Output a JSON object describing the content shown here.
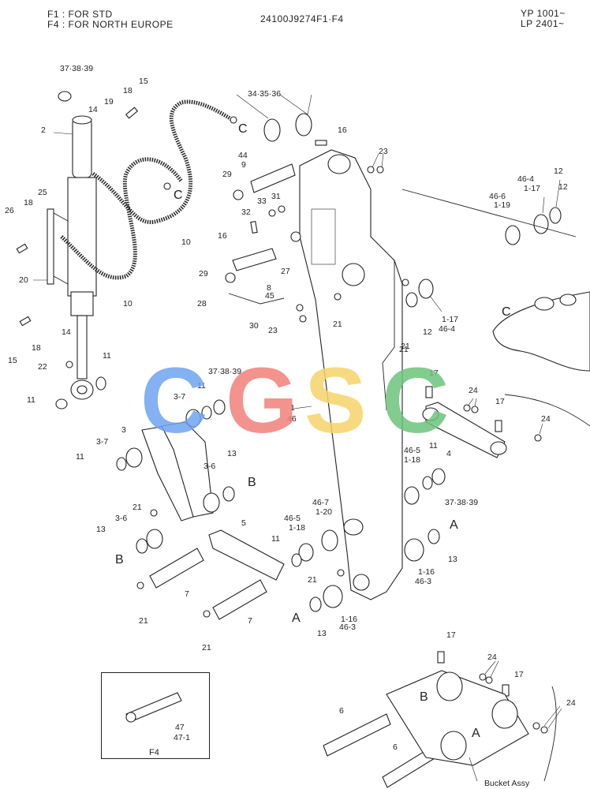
{
  "header": {
    "left_lines": [
      "F1 : FOR STD",
      "F4 : FOR NORTH EUROPE"
    ],
    "center": "24100J9274F1·F4",
    "right_lines": [
      "YP 1001~",
      "LP 2401~"
    ]
  },
  "watermark": {
    "letters": [
      "C",
      "G",
      "S",
      "C"
    ],
    "colors": [
      "#6fa3f0",
      "#f0807a",
      "#f6d46a",
      "#6cc37c"
    ]
  },
  "inset": {
    "caption": "F4"
  },
  "callouts": [
    {
      "id": "c1",
      "text": "37·38·39"
    },
    {
      "id": "c2",
      "text": "18"
    },
    {
      "id": "c3",
      "text": "15"
    },
    {
      "id": "c4",
      "text": "14"
    },
    {
      "id": "c5",
      "text": "19"
    },
    {
      "id": "c6",
      "text": "2"
    },
    {
      "id": "c7",
      "text": "C"
    },
    {
      "id": "c8",
      "text": "C"
    },
    {
      "id": "c9",
      "text": "34·35·36"
    },
    {
      "id": "c10",
      "text": "16"
    },
    {
      "id": "c11",
      "text": "23"
    },
    {
      "id": "c12",
      "text": "44"
    },
    {
      "id": "c13",
      "text": "9"
    },
    {
      "id": "c14",
      "text": "29"
    },
    {
      "id": "c15",
      "text": "31"
    },
    {
      "id": "c16",
      "text": "33"
    },
    {
      "id": "c17",
      "text": "32"
    },
    {
      "id": "c18",
      "text": "26"
    },
    {
      "id": "c19",
      "text": "18"
    },
    {
      "id": "c20",
      "text": "25"
    },
    {
      "id": "c21",
      "text": "10"
    },
    {
      "id": "c22",
      "text": "16"
    },
    {
      "id": "c23",
      "text": "20"
    },
    {
      "id": "c24",
      "text": "29"
    },
    {
      "id": "c25",
      "text": "27"
    },
    {
      "id": "c26",
      "text": "8"
    },
    {
      "id": "c27",
      "text": "45"
    },
    {
      "id": "c28",
      "text": "10"
    },
    {
      "id": "c29",
      "text": "28"
    },
    {
      "id": "c30",
      "text": "30"
    },
    {
      "id": "c31",
      "text": "23"
    },
    {
      "id": "c32",
      "text": "21"
    },
    {
      "id": "c33",
      "text": "14"
    },
    {
      "id": "c34",
      "text": "15"
    },
    {
      "id": "c35",
      "text": "18"
    },
    {
      "id": "c36",
      "text": "22"
    },
    {
      "id": "c37",
      "text": "11"
    },
    {
      "id": "c38",
      "text": "11"
    },
    {
      "id": "c39",
      "text": "37·38·39"
    },
    {
      "id": "c40",
      "text": "11"
    },
    {
      "id": "c41",
      "text": "3-7"
    },
    {
      "id": "c42",
      "text": "1"
    },
    {
      "id": "c43",
      "text": "46"
    },
    {
      "id": "c44",
      "text": "3"
    },
    {
      "id": "c45",
      "text": "3-7"
    },
    {
      "id": "c46",
      "text": "11"
    },
    {
      "id": "c47",
      "text": "3-6"
    },
    {
      "id": "c48",
      "text": "13"
    },
    {
      "id": "c49",
      "text": "B"
    },
    {
      "id": "c50",
      "text": "21"
    },
    {
      "id": "c51",
      "text": "3-6"
    },
    {
      "id": "c52",
      "text": "13"
    },
    {
      "id": "c53",
      "text": "B"
    },
    {
      "id": "c54",
      "text": "5"
    },
    {
      "id": "c55",
      "text": "7"
    },
    {
      "id": "c56",
      "text": "21"
    },
    {
      "id": "c57",
      "text": "7"
    },
    {
      "id": "c58",
      "text": "21"
    },
    {
      "id": "c59",
      "text": "46-7"
    },
    {
      "id": "c60",
      "text": "1-20"
    },
    {
      "id": "c61",
      "text": "46-5"
    },
    {
      "id": "c62",
      "text": "1-18"
    },
    {
      "id": "c63",
      "text": "11"
    },
    {
      "id": "c64",
      "text": "21"
    },
    {
      "id": "c65",
      "text": "A"
    },
    {
      "id": "c66",
      "text": "13"
    },
    {
      "id": "c67",
      "text": "1-16"
    },
    {
      "id": "c68",
      "text": "46-3"
    },
    {
      "id": "c69",
      "text": "46-5"
    },
    {
      "id": "c70",
      "text": "1-18"
    },
    {
      "id": "c71",
      "text": "11"
    },
    {
      "id": "c72",
      "text": "37·38·39"
    },
    {
      "id": "c73",
      "text": "A"
    },
    {
      "id": "c74",
      "text": "13"
    },
    {
      "id": "c75",
      "text": "1-16"
    },
    {
      "id": "c76",
      "text": "46-3"
    },
    {
      "id": "c77",
      "text": "17"
    },
    {
      "id": "c78",
      "text": "24"
    },
    {
      "id": "c79",
      "text": "17"
    },
    {
      "id": "c80",
      "text": "24"
    },
    {
      "id": "c81",
      "text": "4"
    },
    {
      "id": "c82",
      "text": "21"
    },
    {
      "id": "c83",
      "text": "12"
    },
    {
      "id": "c84",
      "text": "46-4"
    },
    {
      "id": "c85",
      "text": "1-17"
    },
    {
      "id": "c86",
      "text": "46-6"
    },
    {
      "id": "c87",
      "text": "1-19"
    },
    {
      "id": "c88",
      "text": "12"
    },
    {
      "id": "c89",
      "text": "1-17"
    },
    {
      "id": "c90",
      "text": "46-4"
    },
    {
      "id": "c91",
      "text": "12"
    },
    {
      "id": "c92",
      "text": "C"
    },
    {
      "id": "c93",
      "text": "17"
    },
    {
      "id": "c94",
      "text": "24"
    },
    {
      "id": "c95",
      "text": "17"
    },
    {
      "id": "c96",
      "text": "B"
    },
    {
      "id": "c97",
      "text": "24"
    },
    {
      "id": "c98",
      "text": "6"
    },
    {
      "id": "c99",
      "text": "A"
    },
    {
      "id": "c100",
      "text": "6"
    },
    {
      "id": "c101",
      "text": "Bucket Assy"
    },
    {
      "id": "c102",
      "text": "47"
    },
    {
      "id": "c103",
      "text": "47-1"
    },
    {
      "id": "c104",
      "text": "21"
    }
  ]
}
